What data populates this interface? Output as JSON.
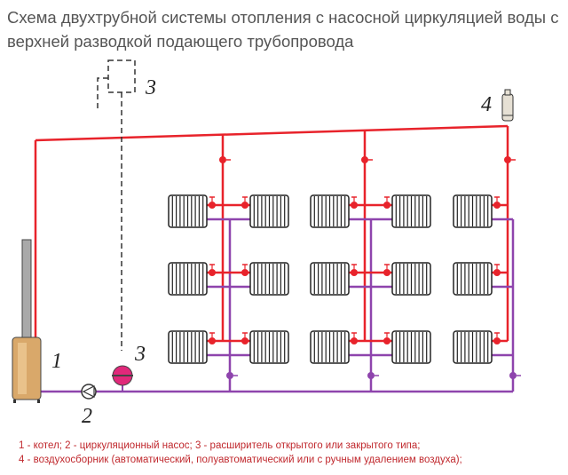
{
  "title": "Схема двухтрубной системы отопления с насосной циркуляцией воды с верхней разводкой подающего трубопровода",
  "labels": {
    "boiler": "1",
    "pump": "2",
    "expansion_tank": "3",
    "expansion_tank_alt": "3",
    "air_vent": "4"
  },
  "legend": [
    "1 - котел; 2 - циркуляционный насос; 3 - расширитель открытого или закрытого типа;",
    "4 - воздухосборник (автоматический, полуавтоматический или с ручным удалением воздуха);"
  ],
  "colors": {
    "supply": "#e8232b",
    "return": "#8e44ad",
    "legend": "#c0282d",
    "boiler": "#d9a86a",
    "tank": "#e0287a"
  }
}
